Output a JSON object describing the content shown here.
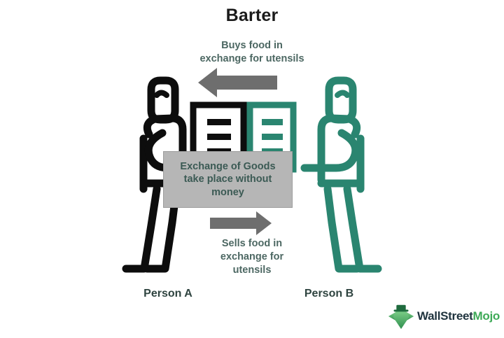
{
  "diagram": {
    "title": "Barter",
    "background_color": "#ffffff",
    "captions": {
      "top": "Buys food in\nexchange for utensils",
      "bottom": "Sells food in\nexchange for\nutensils"
    },
    "note": {
      "text": "Exchange of Goods\ntake place without\nmoney",
      "box_color": "#b6b6b6",
      "text_color": "#3b5a54"
    },
    "actors": [
      {
        "label": "Person A",
        "color": "#0d0d0d",
        "side": "left"
      },
      {
        "label": "Person B",
        "color": "#2a8570",
        "side": "right"
      }
    ],
    "arrows": [
      {
        "name": "arrow-left",
        "direction": "left",
        "color": "#6e6e6e"
      },
      {
        "name": "arrow-right",
        "direction": "right",
        "color": "#6e6e6e"
      }
    ],
    "crates": [
      {
        "name": "crate-left",
        "color": "#0d0d0d",
        "bars": 3
      },
      {
        "name": "crate-right",
        "color": "#2a8570",
        "bars": 3
      }
    ],
    "colors": {
      "title": "#1b1b1b",
      "caption": "#4d6863",
      "teal": "#2a8570",
      "black": "#0d0d0d",
      "gray": "#6e6e6e"
    }
  },
  "logo": {
    "name_part_1": "WallStreet",
    "name_part_2": "Mojo",
    "color_part_1": "#20343f",
    "color_part_2": "#3faa58",
    "mark_color": "#3faa58"
  }
}
